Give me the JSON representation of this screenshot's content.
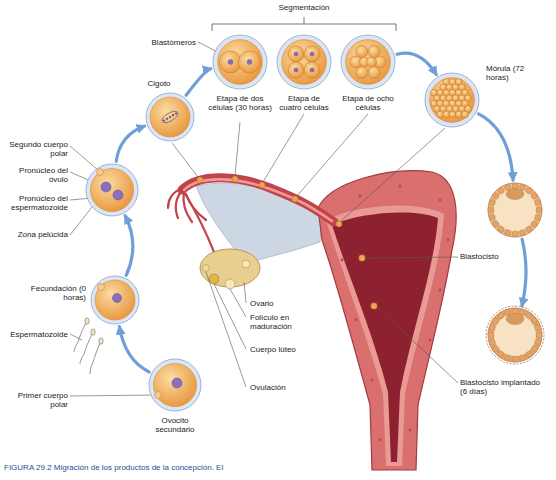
{
  "diagram": {
    "caption": "FIGURA 29.2 Migración de los productos de la concepción. El",
    "nodes": [
      {
        "text": [
          "Ovocito secundario"
        ]
      },
      {
        "text": [
          "Fecundación (0 horas)"
        ]
      },
      {
        "text": [
          "Segundo cuerpo polar",
          "Pronúcleo del óvulo",
          "Pronúcleo del espermatozoide",
          "Zona pelúcida"
        ]
      },
      {
        "text": [
          "Cigoto"
        ]
      },
      {
        "text": [
          "Etapa de dos células (30 horas)"
        ]
      },
      {
        "text": [
          "Etapa de cuatro células"
        ]
      },
      {
        "text": [
          "Etapa de ocho células"
        ]
      },
      {
        "text": [
          "Mórula (72 horas)"
        ]
      },
      {
        "text": [
          "Blastocisto"
        ]
      },
      {
        "text": [
          "Blastocisto implantado (6 días)"
        ]
      }
    ],
    "edges": [
      {
        "from": 0,
        "to": 1,
        "arrow": "to"
      },
      {
        "from": 1,
        "to": 2,
        "arrow": "to"
      },
      {
        "from": 2,
        "to": 3,
        "arrow": "to"
      },
      {
        "from": 3,
        "to": 4,
        "arrow": "to"
      },
      {
        "from": 6,
        "to": 7,
        "arrow": "to"
      },
      {
        "from": 7,
        "to": 8,
        "arrow": "to"
      },
      {
        "from": 8,
        "to": 9,
        "arrow": "to"
      }
    ],
    "labels": [
      "Segmentación",
      "Blastómeros",
      "Espermatozoide",
      "Primer cuerpo polar",
      "Ovario",
      "Folículo en maduración",
      "Cuerpo lúteo",
      "Ovulación"
    ]
  }
}
